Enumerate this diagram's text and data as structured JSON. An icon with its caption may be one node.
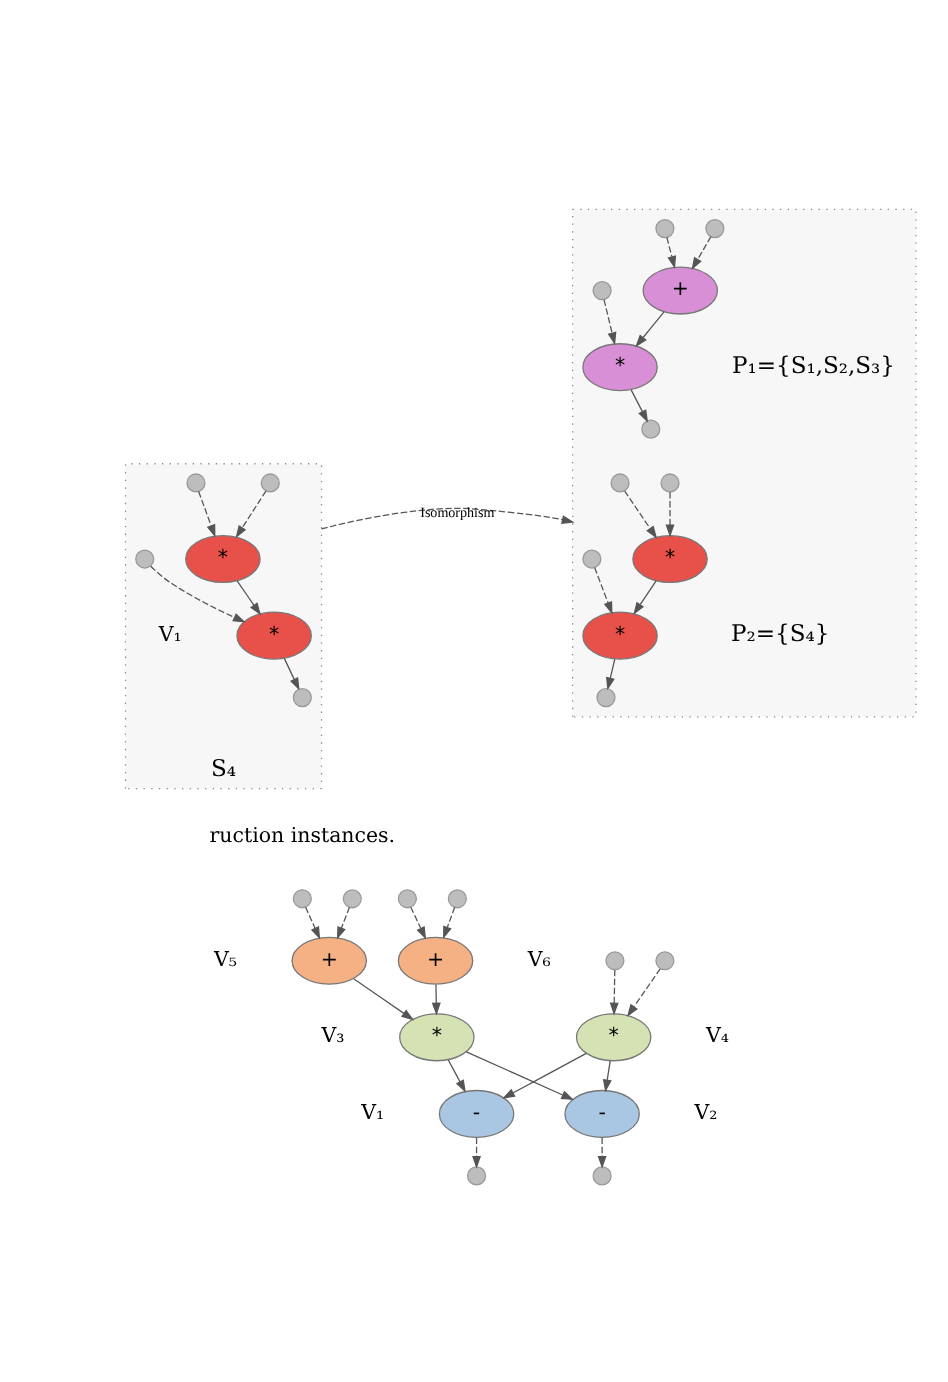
{
  "diagram": {
    "nodes": [
      {
        "text": [
          "S₄"
        ]
      },
      {
        "text": [],
        "shape": "circle",
        "in": 0
      },
      {
        "text": [],
        "shape": "circle",
        "in": 0
      },
      {
        "text": [
          "*"
        ],
        "in": 0
      },
      {
        "text": [],
        "shape": "circle",
        "in": 0
      },
      {
        "text": [
          "*"
        ],
        "in": 0,
        "beside": [
          "V₁"
        ]
      },
      {
        "text": [],
        "shape": "circle",
        "in": 0
      },
      {
        "text": [],
        "shape": "box"
      },
      {
        "text": [],
        "shape": "circle",
        "in": 7
      },
      {
        "text": [],
        "shape": "circle",
        "in": 7
      },
      {
        "text": [
          "+"
        ],
        "in": 7
      },
      {
        "text": [],
        "shape": "circle",
        "in": 7
      },
      {
        "text": [
          "*"
        ],
        "in": 7
      },
      {
        "text": [],
        "shape": "circle",
        "in": 7
      },
      {
        "text": [],
        "shape": "circle",
        "in": 7
      },
      {
        "text": [],
        "shape": "circle",
        "in": 7
      },
      {
        "text": [
          "*"
        ],
        "in": 7
      },
      {
        "text": [],
        "shape": "circle",
        "in": 7
      },
      {
        "text": [
          "*"
        ],
        "in": 7
      },
      {
        "text": [],
        "shape": "circle",
        "in": 7
      },
      {
        "text": [],
        "shape": "circle"
      },
      {
        "text": [],
        "shape": "circle"
      },
      {
        "text": [],
        "shape": "circle"
      },
      {
        "text": [],
        "shape": "circle"
      },
      {
        "text": [
          "+"
        ],
        "beside": [
          "V₅"
        ]
      },
      {
        "text": [
          "+"
        ],
        "beside": [
          "V₆"
        ]
      },
      {
        "text": [],
        "shape": "circle"
      },
      {
        "text": [],
        "shape": "circle"
      },
      {
        "text": [
          "*"
        ],
        "beside": [
          "V₃"
        ]
      },
      {
        "text": [
          "*"
        ],
        "beside": [
          "V₄"
        ]
      },
      {
        "text": [
          "-"
        ],
        "beside": [
          "V₁"
        ]
      },
      {
        "text": [
          "-"
        ],
        "beside": [
          "V₂"
        ]
      },
      {
        "text": [],
        "shape": "circle"
      },
      {
        "text": [],
        "shape": "circle"
      }
    ],
    "edges": [
      {
        "from": 1,
        "to": 3,
        "arrow": "to",
        "style": "dashed"
      },
      {
        "from": 2,
        "to": 3,
        "arrow": "to",
        "style": "dashed"
      },
      {
        "from": 3,
        "to": 5,
        "arrow": "to"
      },
      {
        "from": 4,
        "to": 5,
        "arrow": "to",
        "style": "dashed"
      },
      {
        "from": 5,
        "to": 6,
        "arrow": "to"
      },
      {
        "from": 0,
        "to": 7,
        "arrow": "to",
        "style": "dashed",
        "label": "Isomorphism"
      },
      {
        "from": 8,
        "to": 10,
        "arrow": "to",
        "style": "dashed"
      },
      {
        "from": 9,
        "to": 10,
        "arrow": "to",
        "style": "dashed"
      },
      {
        "from": 10,
        "to": 12,
        "arrow": "to"
      },
      {
        "from": 11,
        "to": 12,
        "arrow": "to",
        "style": "dashed"
      },
      {
        "from": 12,
        "to": 13,
        "arrow": "to"
      },
      {
        "from": 14,
        "to": 16,
        "arrow": "to",
        "style": "dashed"
      },
      {
        "from": 15,
        "to": 16,
        "arrow": "to",
        "style": "dashed"
      },
      {
        "from": 16,
        "to": 18,
        "arrow": "to"
      },
      {
        "from": 17,
        "to": 18,
        "arrow": "to",
        "style": "dashed"
      },
      {
        "from": 18,
        "to": 19,
        "arrow": "to"
      },
      {
        "from": 20,
        "to": 24,
        "arrow": "to",
        "style": "dashed"
      },
      {
        "from": 21,
        "to": 24,
        "arrow": "to",
        "style": "dashed"
      },
      {
        "from": 22,
        "to": 25,
        "arrow": "to",
        "style": "dashed"
      },
      {
        "from": 23,
        "to": 25,
        "arrow": "to",
        "style": "dashed"
      },
      {
        "from": 24,
        "to": 28,
        "arrow": "to"
      },
      {
        "from": 25,
        "to": 28,
        "arrow": "to"
      },
      {
        "from": 26,
        "to": 29,
        "arrow": "to",
        "style": "dashed"
      },
      {
        "from": 27,
        "to": 29,
        "arrow": "to",
        "style": "dashed"
      },
      {
        "from": 28,
        "to": 30,
        "arrow": "to"
      },
      {
        "from": 28,
        "to": 31,
        "arrow": "to"
      },
      {
        "from": 29,
        "to": 30,
        "arrow": "to"
      },
      {
        "from": 29,
        "to": 31,
        "arrow": "to"
      },
      {
        "from": 30,
        "to": 32,
        "arrow": "to",
        "style": "dashed"
      },
      {
        "from": 31,
        "to": 33,
        "arrow": "to",
        "style": "dashed"
      }
    ],
    "labels": [
      "P₁={S₁,S₂,S₃}",
      "P₂={S₄}",
      "ruction instances."
    ]
  }
}
